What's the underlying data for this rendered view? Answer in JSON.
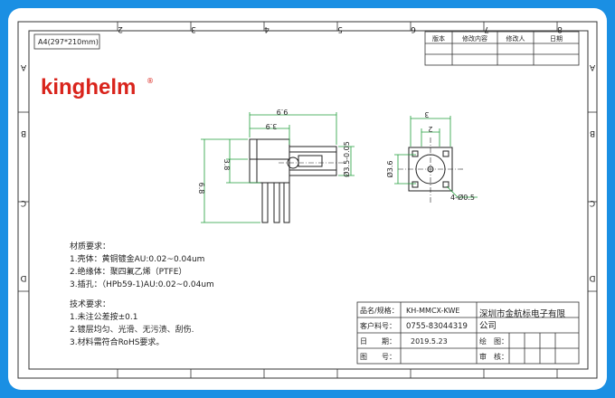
{
  "sheet": {
    "size_label": "A4(297*210mm)",
    "border_numbers": [
      "2",
      "3",
      "4",
      "5",
      "6",
      "7",
      "8"
    ],
    "border_letters": [
      "A",
      "B",
      "C",
      "D"
    ]
  },
  "brand": {
    "logo": "kinghelm",
    "registered": "®"
  },
  "revision_table": {
    "headers": [
      "版本",
      "修改内容",
      "修改人",
      "日期"
    ]
  },
  "drawing": {
    "dims": {
      "side_total": "9.9",
      "side_partial": "3.9",
      "side_body_h": "3.8",
      "side_pin_h": "6.8",
      "side_dia": "Ø3.5-0.05",
      "top_w": "3",
      "top_inner": "2",
      "top_dia": "Ø3.6",
      "top_holes": "4-Ø0.5"
    }
  },
  "notes": {
    "material_title": "材质要求：",
    "material": [
      "1.壳体：黄铜镀金AU:0.02~0.04um",
      "2.绝缘体：聚四氟乙烯（PTFE）",
      "3.插孔：（HPb59-1)AU:0.02~0.04um"
    ],
    "tech_title": "技术要求：",
    "tech": [
      "1.未注公差按±0.1",
      "2.镀层均匀、光滑、无污渍、刮伤.",
      "3.材料需符合RoHS要求。"
    ]
  },
  "title_block": {
    "name_label": "品名/规格：",
    "name_value": "KH-MMCX-KWE",
    "customer_label": "客户料号：",
    "customer_value": "0755-83044319",
    "company_line1": "深圳市金航标电子有限",
    "company_line2": "公司",
    "date_label": "日　　期：",
    "date_value": "2019.5.23",
    "drawing_no_label": "图　　号：",
    "draw_label": "绘　图：",
    "review_label": "审　核："
  },
  "colors": {
    "background": "#1a8fe3",
    "logo": "#d9241c",
    "dimension": "#1f9e3a",
    "line": "#222222"
  }
}
